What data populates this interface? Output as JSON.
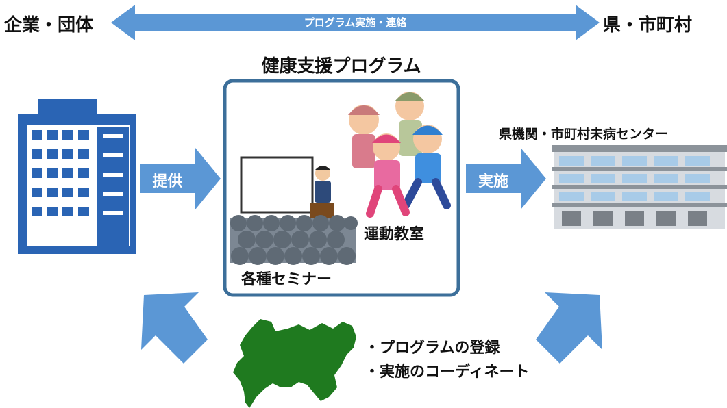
{
  "header": {
    "left_entity": "企業・団体",
    "right_entity": "県・市町村",
    "link_label": "プログラム実施・連絡"
  },
  "program": {
    "title": "健康支援プログラム",
    "seminar_label": "各種セミナー",
    "exercise_label": "運動教室"
  },
  "flows": {
    "provide": "提供",
    "implement": "実施"
  },
  "facility": {
    "label": "県機関・市町村未病センター"
  },
  "prefecture": {
    "tasks": [
      "・プログラムの登録",
      "・実施のコーディネート"
    ]
  },
  "colors": {
    "arrow": "#5b97d5",
    "building": "#2a64b4",
    "map": "#1f7a1f",
    "panel_border": "#3c6f9a"
  }
}
